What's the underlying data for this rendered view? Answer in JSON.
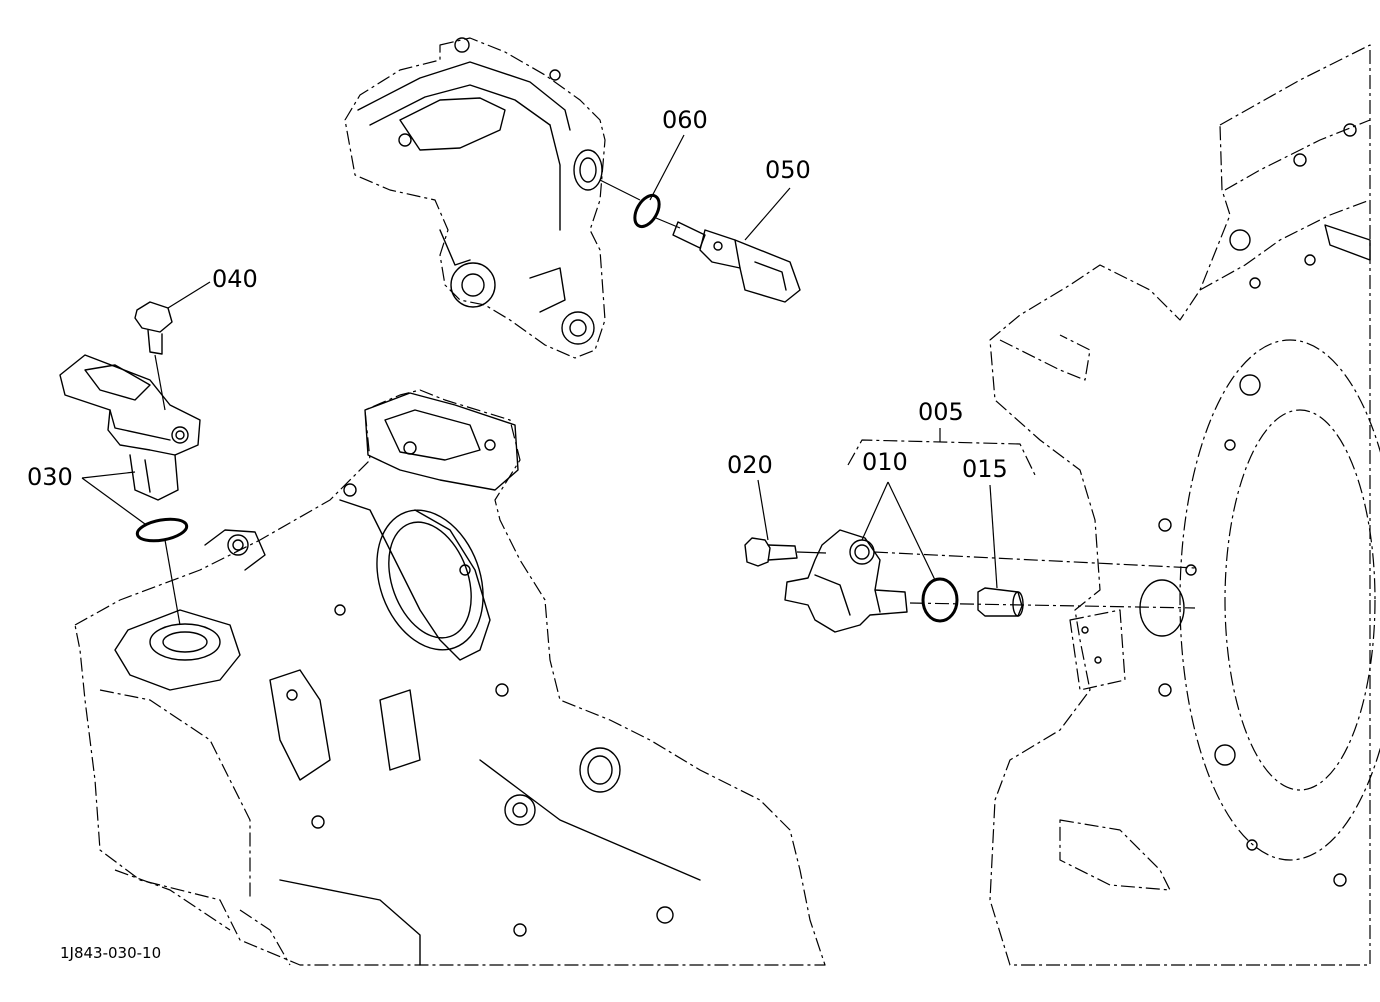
{
  "diagram_ref": "1J843-030-10",
  "callouts": {
    "c005": "005",
    "c010": "010",
    "c015": "015",
    "c020": "020",
    "c030": "030",
    "c040": "040",
    "c050": "050",
    "c060": "060"
  }
}
